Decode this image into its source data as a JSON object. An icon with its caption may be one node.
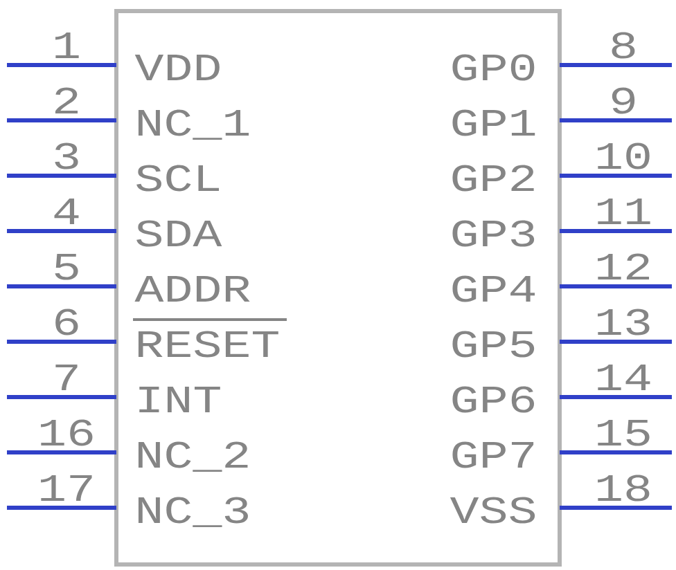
{
  "diagram": {
    "nodes": [
      {
        "text": [],
        "shape": "box"
      }
    ],
    "labels": [
      "1",
      "VDD",
      "GP0",
      "8",
      "2",
      "NC_1",
      "GP1",
      "9",
      "3",
      "SCL",
      "GP2",
      "10",
      "4",
      "SDA",
      "GP3",
      "11",
      "5",
      "ADDR",
      "GP4",
      "12",
      "6",
      "RESET",
      "GP5",
      "13",
      "7",
      "INT",
      "GP6",
      "14",
      "16",
      "NC_2",
      "GP7",
      "15",
      "17",
      "NC_3",
      "VSS",
      "18"
    ]
  }
}
